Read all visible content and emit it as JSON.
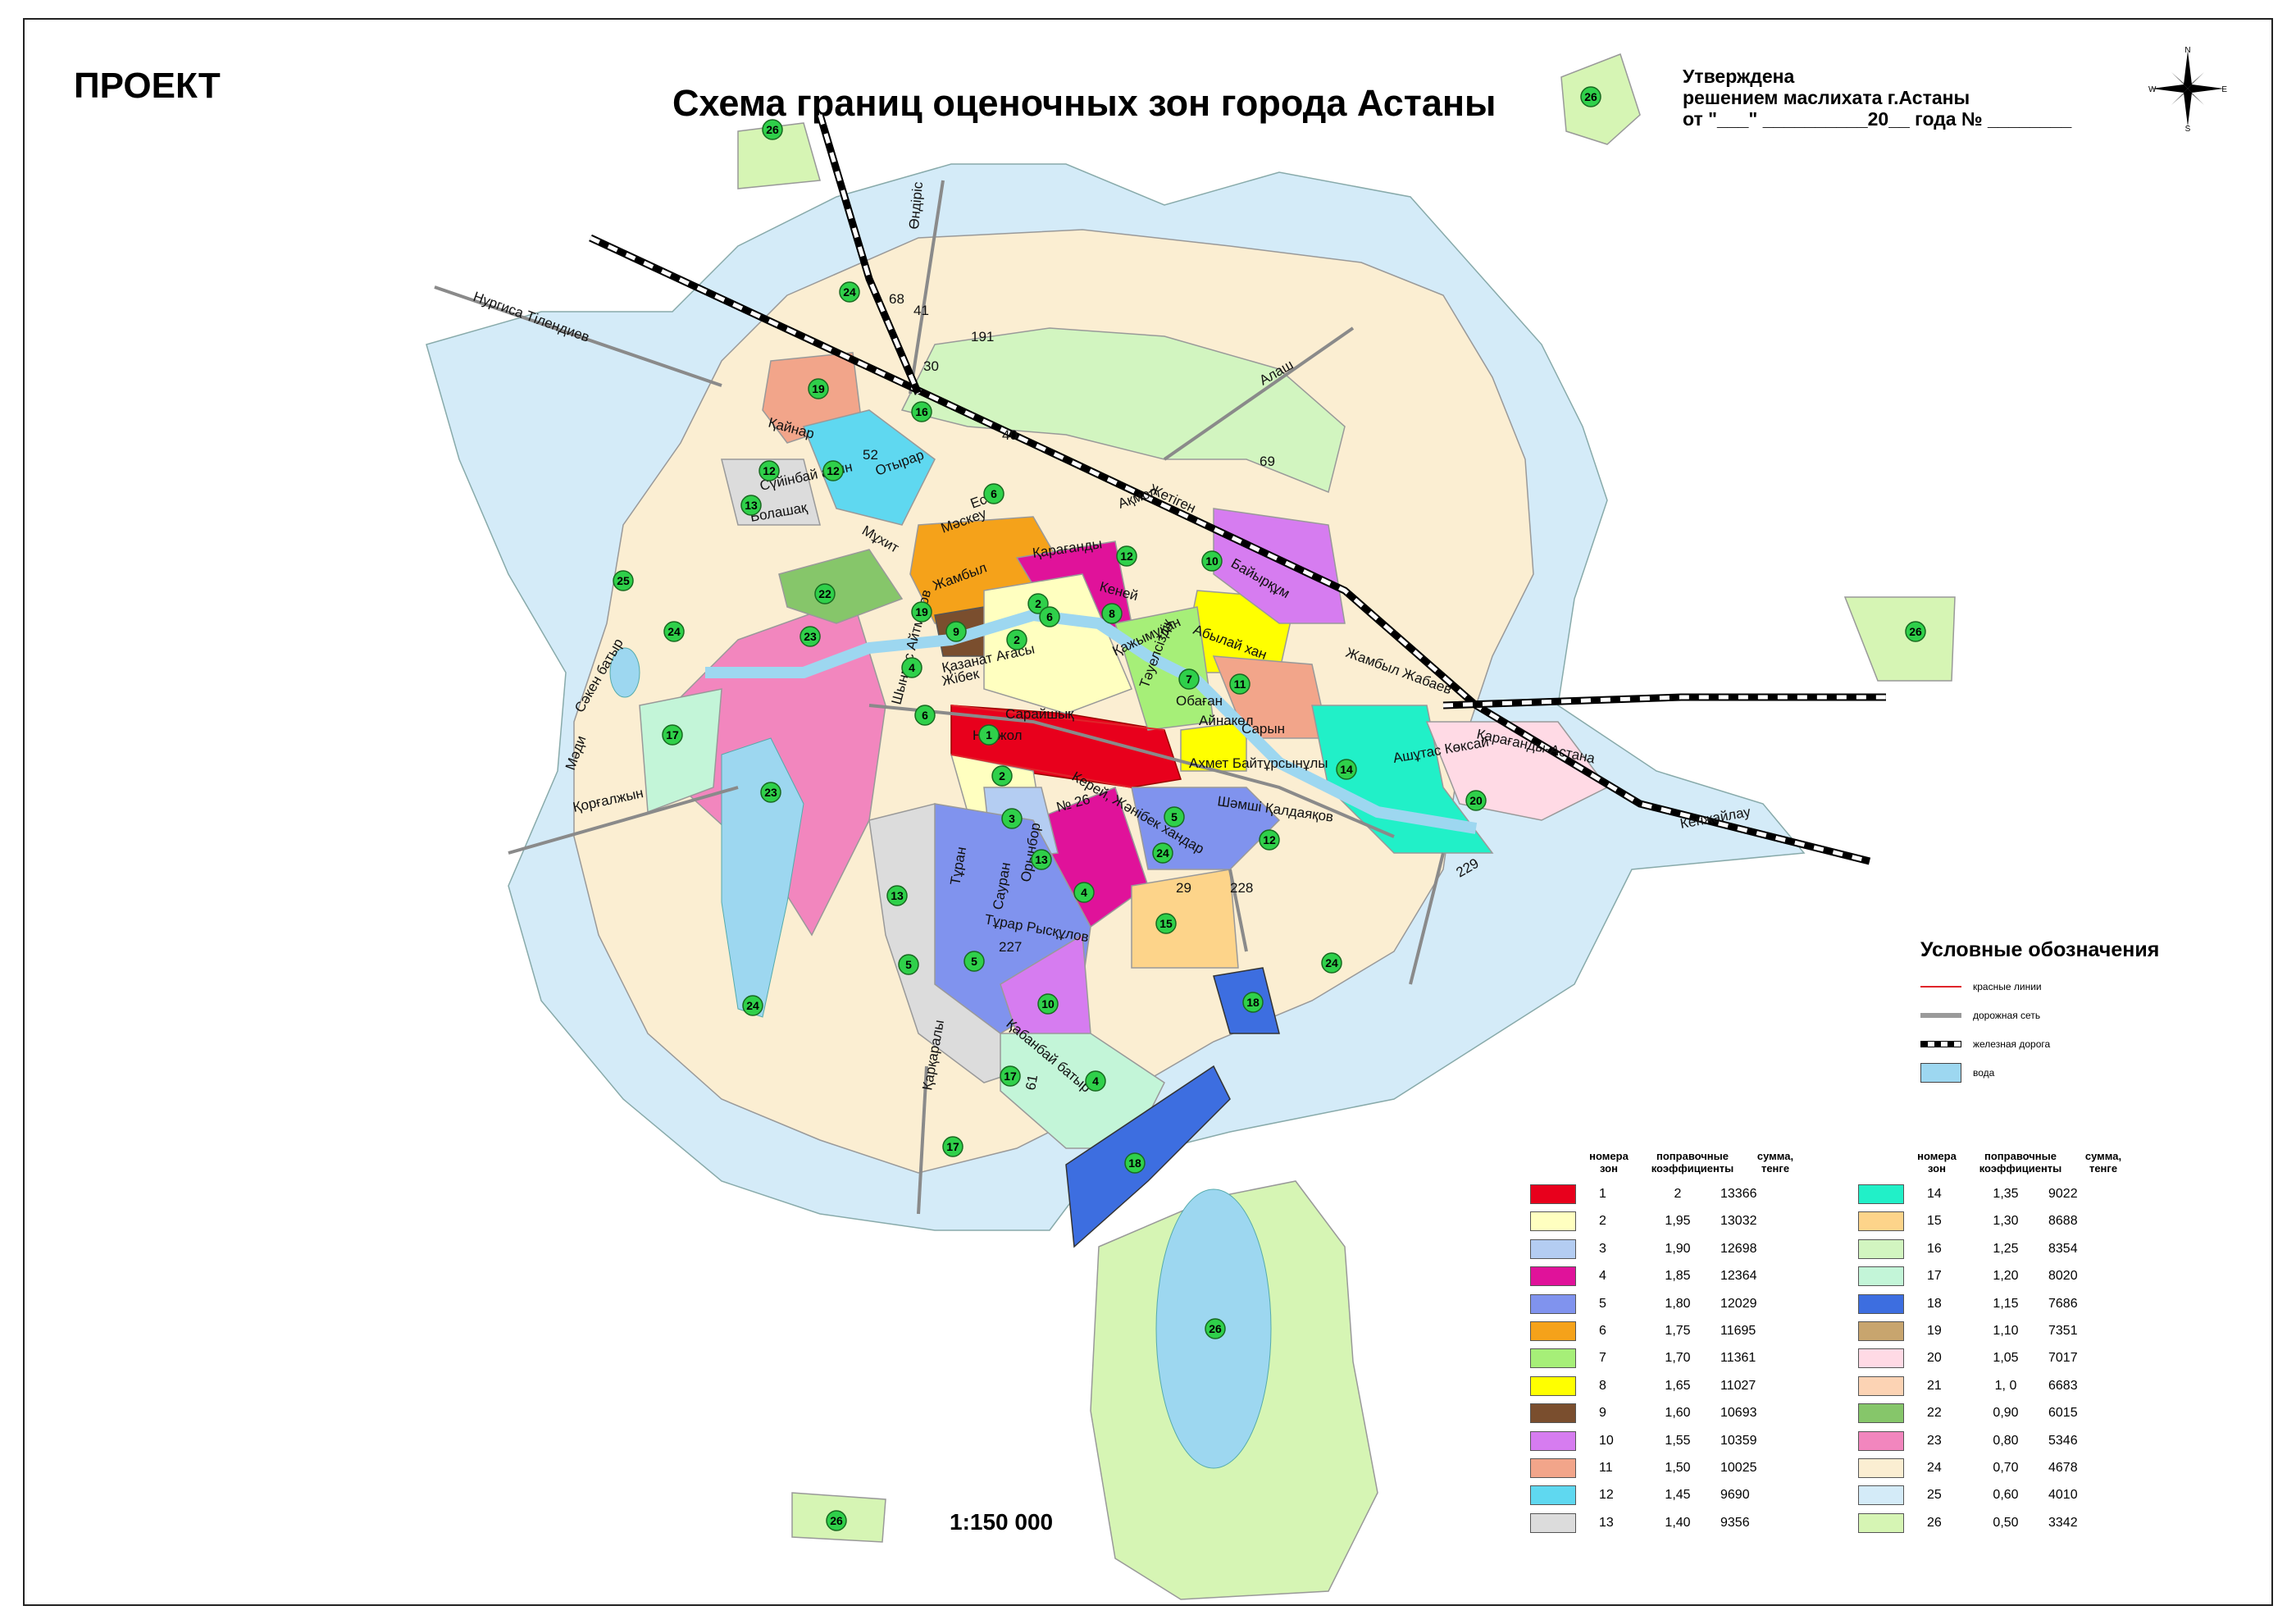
{
  "header": {
    "project_label": "ПРОЕКТ",
    "title": "Схема границ оценочных зон города Астаны",
    "approval_lines": [
      "Утверждена",
      "решением маслихата г.Астаны",
      "от \"___\" __________20__ года № ________"
    ]
  },
  "scale_text": "1:150 000",
  "compass": {
    "n": "N",
    "s": "S",
    "e": "E",
    "w": "W"
  },
  "symbols_legend": {
    "title": "Условные обозначения",
    "items": [
      {
        "label": "красные линии",
        "style": "red-line",
        "color": "#e0242a"
      },
      {
        "label": "дорожная сеть",
        "style": "road",
        "color": "#999999"
      },
      {
        "label": "железная дорога",
        "style": "railway",
        "color": "#000000"
      },
      {
        "label": "вода",
        "style": "water",
        "color": "#9dd7f0"
      }
    ]
  },
  "zones_table": {
    "headers": {
      "zone": "номера\nзон",
      "coef": "поправочные\nкоэффициенты",
      "sum": "сумма,\nтенге"
    },
    "zones": [
      {
        "zone": "1",
        "coef": "2",
        "sum": "13366",
        "color": "#e8001c"
      },
      {
        "zone": "2",
        "coef": "1,95",
        "sum": "13032",
        "color": "#ffffc0"
      },
      {
        "zone": "3",
        "coef": "1,90",
        "sum": "12698",
        "color": "#b4cdf2"
      },
      {
        "zone": "4",
        "coef": "1,85",
        "sum": "12364",
        "color": "#e0129a"
      },
      {
        "zone": "5",
        "coef": "1,80",
        "sum": "12029",
        "color": "#8093ee"
      },
      {
        "zone": "6",
        "coef": "1,75",
        "sum": "11695",
        "color": "#f5a21a"
      },
      {
        "zone": "7",
        "coef": "1,70",
        "sum": "11361",
        "color": "#a6ef78"
      },
      {
        "zone": "8",
        "coef": "1,65",
        "sum": "11027",
        "color": "#ffff00"
      },
      {
        "zone": "9",
        "coef": "1,60",
        "sum": "10693",
        "color": "#7a4e2e"
      },
      {
        "zone": "10",
        "coef": "1,55",
        "sum": "10359",
        "color": "#d67cf0"
      },
      {
        "zone": "11",
        "coef": "1,50",
        "sum": "10025",
        "color": "#f2a58a"
      },
      {
        "zone": "12",
        "coef": "1,45",
        "sum": "9690",
        "color": "#5fd8f0"
      },
      {
        "zone": "13",
        "coef": "1,40",
        "sum": "9356",
        "color": "#dcdcdc"
      },
      {
        "zone": "14",
        "coef": "1,35",
        "sum": "9022",
        "color": "#21f0c8"
      },
      {
        "zone": "15",
        "coef": "1,30",
        "sum": "8688",
        "color": "#fdd48a"
      },
      {
        "zone": "16",
        "coef": "1,25",
        "sum": "8354",
        "color": "#d2f5c0"
      },
      {
        "zone": "17",
        "coef": "1,20",
        "sum": "8020",
        "color": "#c3f5d8"
      },
      {
        "zone": "18",
        "coef": "1,15",
        "sum": "7686",
        "color": "#3d6ee0"
      },
      {
        "zone": "19",
        "coef": "1,10",
        "sum": "7351",
        "color": "#c8a56e"
      },
      {
        "zone": "20",
        "coef": "1,05",
        "sum": "7017",
        "color": "#ffdae5"
      },
      {
        "zone": "21",
        "coef": "1, 0",
        "sum": "6683",
        "color": "#fcd3b4"
      },
      {
        "zone": "22",
        "coef": "0,90",
        "sum": "6015",
        "color": "#86c66a"
      },
      {
        "zone": "23",
        "coef": "0,80",
        "sum": "5346",
        "color": "#f286be"
      },
      {
        "zone": "24",
        "coef": "0,70",
        "sum": "4678",
        "color": "#fbeed2"
      },
      {
        "zone": "25",
        "coef": "0,60",
        "sum": "4010",
        "color": "#d4ebf8"
      },
      {
        "zone": "26",
        "coef": "0,50",
        "sum": "3342",
        "color": "#d6f5b4"
      }
    ]
  },
  "map": {
    "street_labels": [
      "Нургиса Тілендиев",
      "Өндіріс",
      "Алаш",
      "Қайнар",
      "Қажымұқан",
      "Сүйінбай ақын",
      "Болашақ",
      "Мұхит",
      "Орынбор",
      "Сарайшық",
      "Нұржол",
      "Ахмет Байтұрсынұлы",
      "Шәмші Қалдаяқов",
      "Тұран",
      "Сауран",
      "Тұрар Рысқұлов",
      "Қабанбай батыр",
      "Қарағанды-Астана",
      "Ашұтас Көксай",
      "Кенжайлау",
      "Жамбыл Жабаев",
      "Абылай хан",
      "Байырқұм",
      "Қарқаралы",
      "Кеней",
      "Обаған",
      "Айнакөл",
      "Сарын",
      "Керей, Жәнібек хандар",
      "Мәди",
      "Сәкен батыр",
      "Қорғалжын",
      "Шыңғыс Айтматов",
      "Қазанат Ағасы",
      "Жібек",
      "Жетіген",
      "Тәуелсіздік",
      "Ақмол",
      "Мәскеу",
      "Жамбыл",
      "Қарағанды",
      "Отырар",
      "Есіл",
      "№ 26",
      "191",
      "68",
      "41",
      "30",
      "52",
      "69",
      "29",
      "228",
      "227",
      "229",
      "61",
      "40"
    ],
    "zone_markers": [
      "1",
      "2",
      "2",
      "2",
      "3",
      "4",
      "4",
      "4",
      "5",
      "5",
      "5",
      "6",
      "6",
      "6",
      "7",
      "8",
      "9",
      "10",
      "10",
      "11",
      "12",
      "12",
      "12",
      "12",
      "13",
      "13",
      "13",
      "14",
      "15",
      "16",
      "17",
      "17",
      "17",
      "18",
      "18",
      "19",
      "19",
      "20",
      "22",
      "23",
      "23",
      "24",
      "24",
      "24",
      "24",
      "24",
      "25",
      "26",
      "26",
      "26",
      "26",
      "26"
    ]
  }
}
